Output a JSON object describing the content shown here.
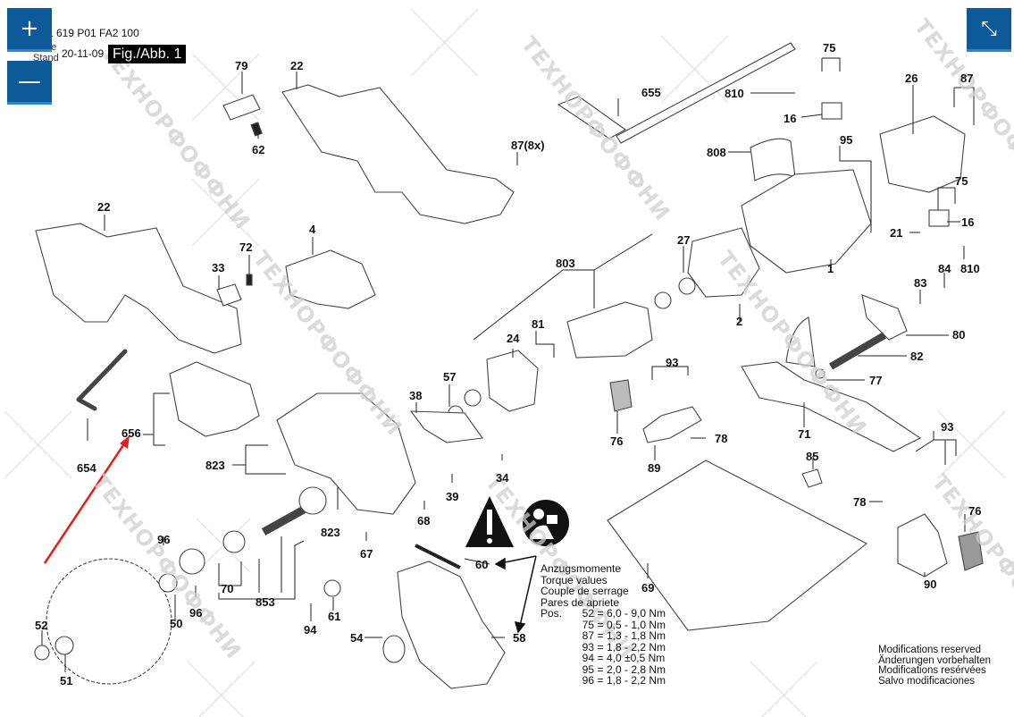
{
  "viewer": {
    "zoom_in_icon": "+",
    "zoom_out_icon": "—",
    "collapse_icon": "⤡"
  },
  "header": {
    "doc_code": "1 619 P01 FA2 100",
    "issue_label": "Issue",
    "stand_label": "Stand",
    "date": "20-11-09",
    "figure_label": "Fig./Abb. 1"
  },
  "parts": {
    "p79": "79",
    "p22a": "22",
    "p62": "62",
    "p87_8x": "87(8x)",
    "p655": "655",
    "p75a": "75",
    "p810a": "810",
    "p16a": "16",
    "p26": "26",
    "p87": "87",
    "p808": "808",
    "p95": "95",
    "p75b": "75",
    "p16b": "16",
    "p21": "21",
    "p810b": "810",
    "p1": "1",
    "p84": "84",
    "p83": "83",
    "p80": "80",
    "p82": "82",
    "p77": "77",
    "p71": "71",
    "p22b": "22",
    "p72": "72",
    "p33": "33",
    "p4": "4",
    "p803": "803",
    "p27": "27",
    "p2": "2",
    "p81": "81",
    "p24": "24",
    "p57": "57",
    "p38": "38",
    "p93a": "93",
    "p76a": "76",
    "p78a": "78",
    "p89": "89",
    "p654": "654",
    "p656": "656",
    "p823a": "823",
    "p34": "34",
    "p39": "39",
    "p68": "68",
    "p823b": "823",
    "p67": "67",
    "p96a": "96",
    "p70": "70",
    "p853": "853",
    "p96b": "96",
    "p50": "50",
    "p52": "52",
    "p51": "51",
    "p94": "94",
    "p61": "61",
    "p54": "54",
    "p60": "60",
    "p58": "58",
    "p69": "69",
    "p85": "85",
    "p93b": "93",
    "p78b": "78",
    "p76b": "76",
    "p90": "90"
  },
  "torque": {
    "title_de": "Anzugsmomente",
    "title_en": "Torque values",
    "title_fr": "Couple de serrage",
    "title_es": "Pares de apriete",
    "pos_label": "Pos.",
    "rows": [
      {
        "pos": "52",
        "value": "6,0 - 9,0 Nm"
      },
      {
        "pos": "75",
        "value": "0,5 - 1,0 Nm"
      },
      {
        "pos": "87",
        "value": "1,3 - 1,8 Nm"
      },
      {
        "pos": "93",
        "value": "1,8 - 2,2 Nm"
      },
      {
        "pos": "94",
        "value": "4,0 ±0,5 Nm"
      },
      {
        "pos": "95",
        "value": "2,0 - 2,8 Nm"
      },
      {
        "pos": "96",
        "value": "1,8 - 2,2 Nm"
      }
    ]
  },
  "modifications": {
    "en": "Modifications reserved",
    "de": "Änderungen vorbehalten",
    "fr": "Modifications resérvées",
    "es": "Salvo modificaciones"
  },
  "watermark": "ТЕХНОРФОФФНИ",
  "colors": {
    "viewer_button": "#0e5a98",
    "highlight_arrow": "#e02020"
  }
}
